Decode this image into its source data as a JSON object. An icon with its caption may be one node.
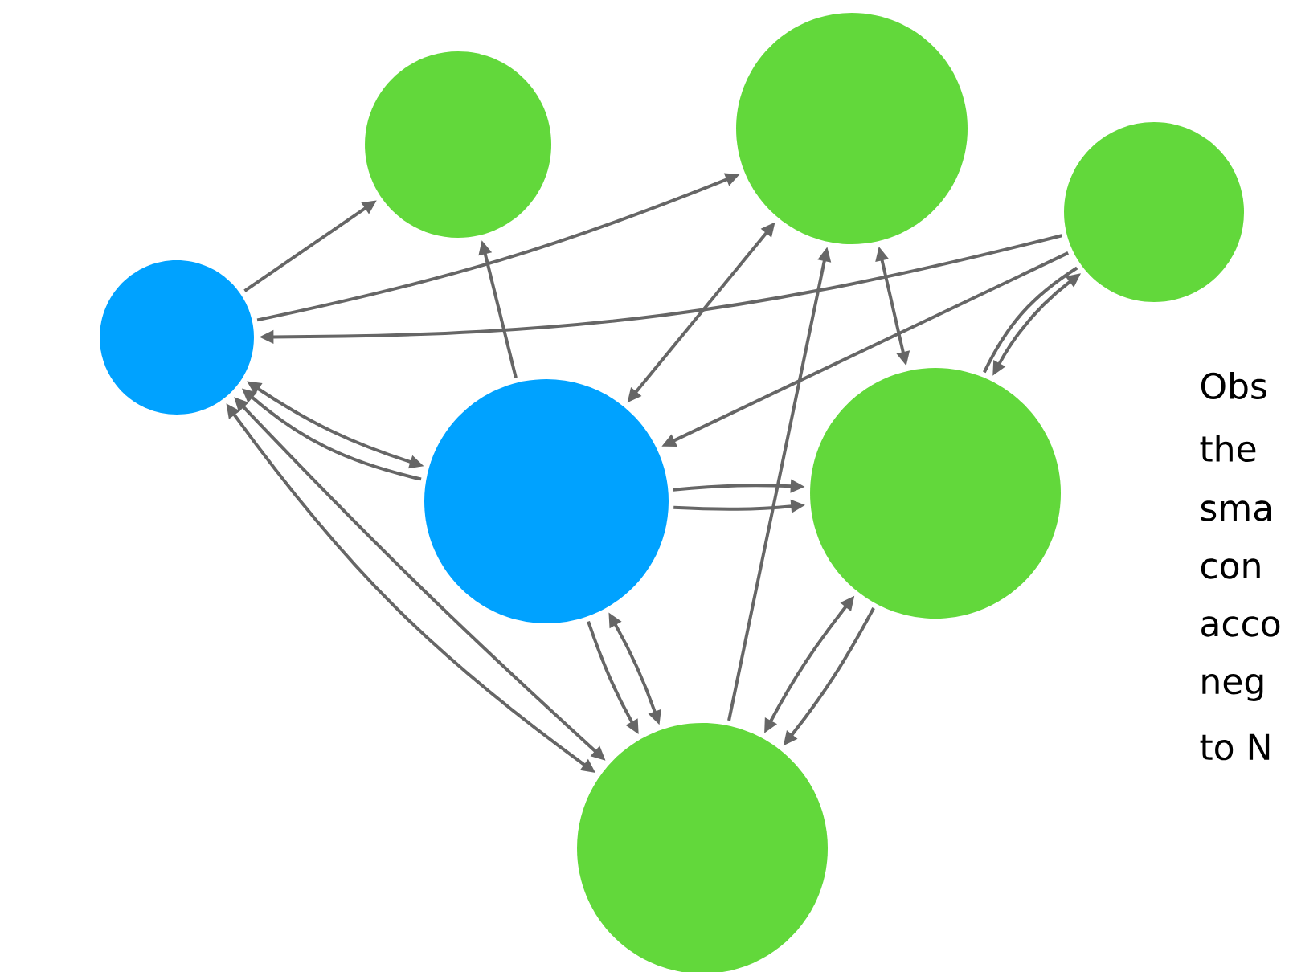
{
  "diagram": {
    "nodes": [
      {
        "text": [],
        "shape": "circle"
      },
      {
        "text": [],
        "shape": "circle"
      },
      {
        "text": [],
        "shape": "circle"
      },
      {
        "text": [],
        "shape": "circle"
      },
      {
        "text": [],
        "shape": "circle"
      },
      {
        "text": [],
        "shape": "circle"
      },
      {
        "text": [],
        "shape": "circle"
      }
    ],
    "edges": [
      {
        "from": 0,
        "to": 1,
        "arrow": "to"
      },
      {
        "from": 0,
        "to": 2,
        "arrow": "to"
      },
      {
        "from": 3,
        "to": 0,
        "arrow": "to"
      },
      {
        "from": 4,
        "to": 1,
        "arrow": "to"
      },
      {
        "from": 4,
        "to": 0,
        "arrow": "to"
      },
      {
        "from": 0,
        "to": 4,
        "arrow": "both"
      },
      {
        "from": 2,
        "to": 4,
        "arrow": "both"
      },
      {
        "from": 2,
        "to": 5,
        "arrow": "both"
      },
      {
        "from": 3,
        "to": 4,
        "arrow": "to"
      },
      {
        "from": 5,
        "to": 3,
        "arrow": "none"
      },
      {
        "from": 3,
        "to": 5,
        "arrow": "both"
      },
      {
        "from": 4,
        "to": 5,
        "arrow": "to"
      },
      {
        "from": 4,
        "to": 5,
        "arrow": "to"
      },
      {
        "from": 6,
        "to": 2,
        "arrow": "to"
      },
      {
        "from": 4,
        "to": 6,
        "arrow": "both"
      },
      {
        "from": 4,
        "to": 6,
        "arrow": "to"
      },
      {
        "from": 5,
        "to": 6,
        "arrow": "to"
      },
      {
        "from": 5,
        "to": 6,
        "arrow": "both"
      },
      {
        "from": 0,
        "to": 6,
        "arrow": "both"
      },
      {
        "from": 0,
        "to": 6,
        "arrow": "both"
      }
    ],
    "labels": [
      "Obs",
      "the",
      "sma",
      "con",
      "acco",
      "neg",
      "to N"
    ]
  }
}
